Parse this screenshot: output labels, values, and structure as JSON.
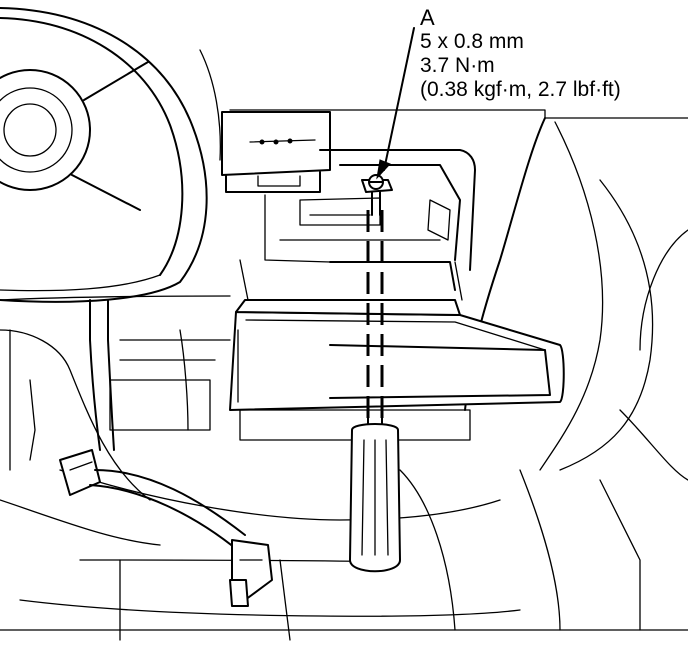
{
  "callout": {
    "letter": "A",
    "size": "5 x 0.8 mm",
    "torque_nm": "3.7 N·m",
    "torque_alt": "(0.38 kgf·m, 2.7 lbf·ft)"
  },
  "icons": [
    "steering-wheel-icon",
    "screw-icon",
    "screwdriver-icon",
    "connector-icon"
  ]
}
